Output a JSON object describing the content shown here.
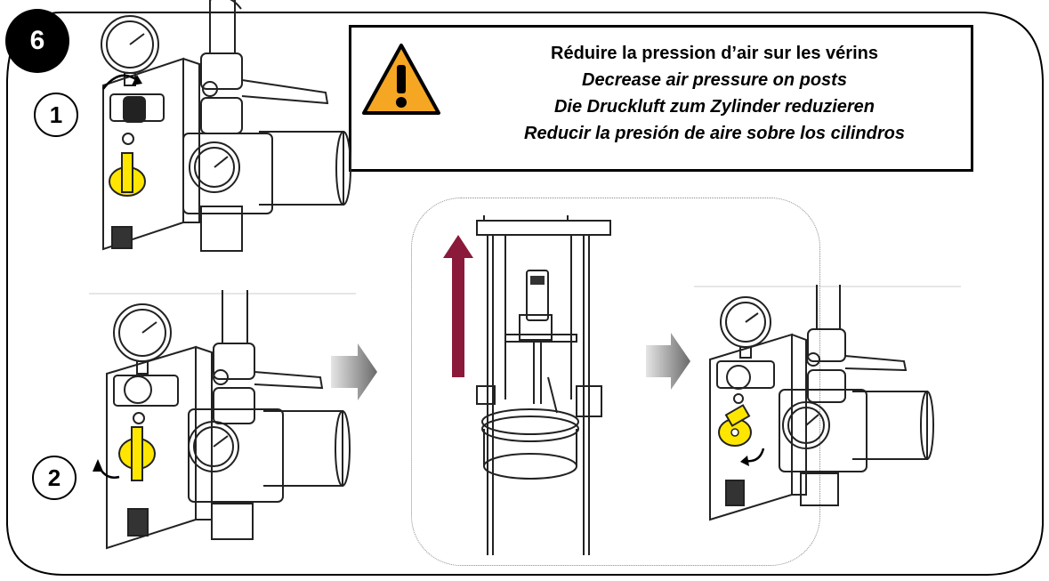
{
  "step": {
    "number": "6"
  },
  "markers": {
    "one": "1",
    "two": "2"
  },
  "warning": {
    "icon": "warning-triangle-icon",
    "line_fr": "Réduire la pression d’air sur les vérins",
    "line_en": "Decrease air pressure on posts",
    "line_de": "Die Druckluft zum Zylinder reduzieren",
    "line_es": "Reducir la presión de aire sobre los cilindros"
  },
  "colors": {
    "warning_fill": "#f5a623",
    "valve_yellow": "#ffe600",
    "lift_arrow": "#8b1a3a",
    "flow_arrow": "#7a7a7a"
  }
}
